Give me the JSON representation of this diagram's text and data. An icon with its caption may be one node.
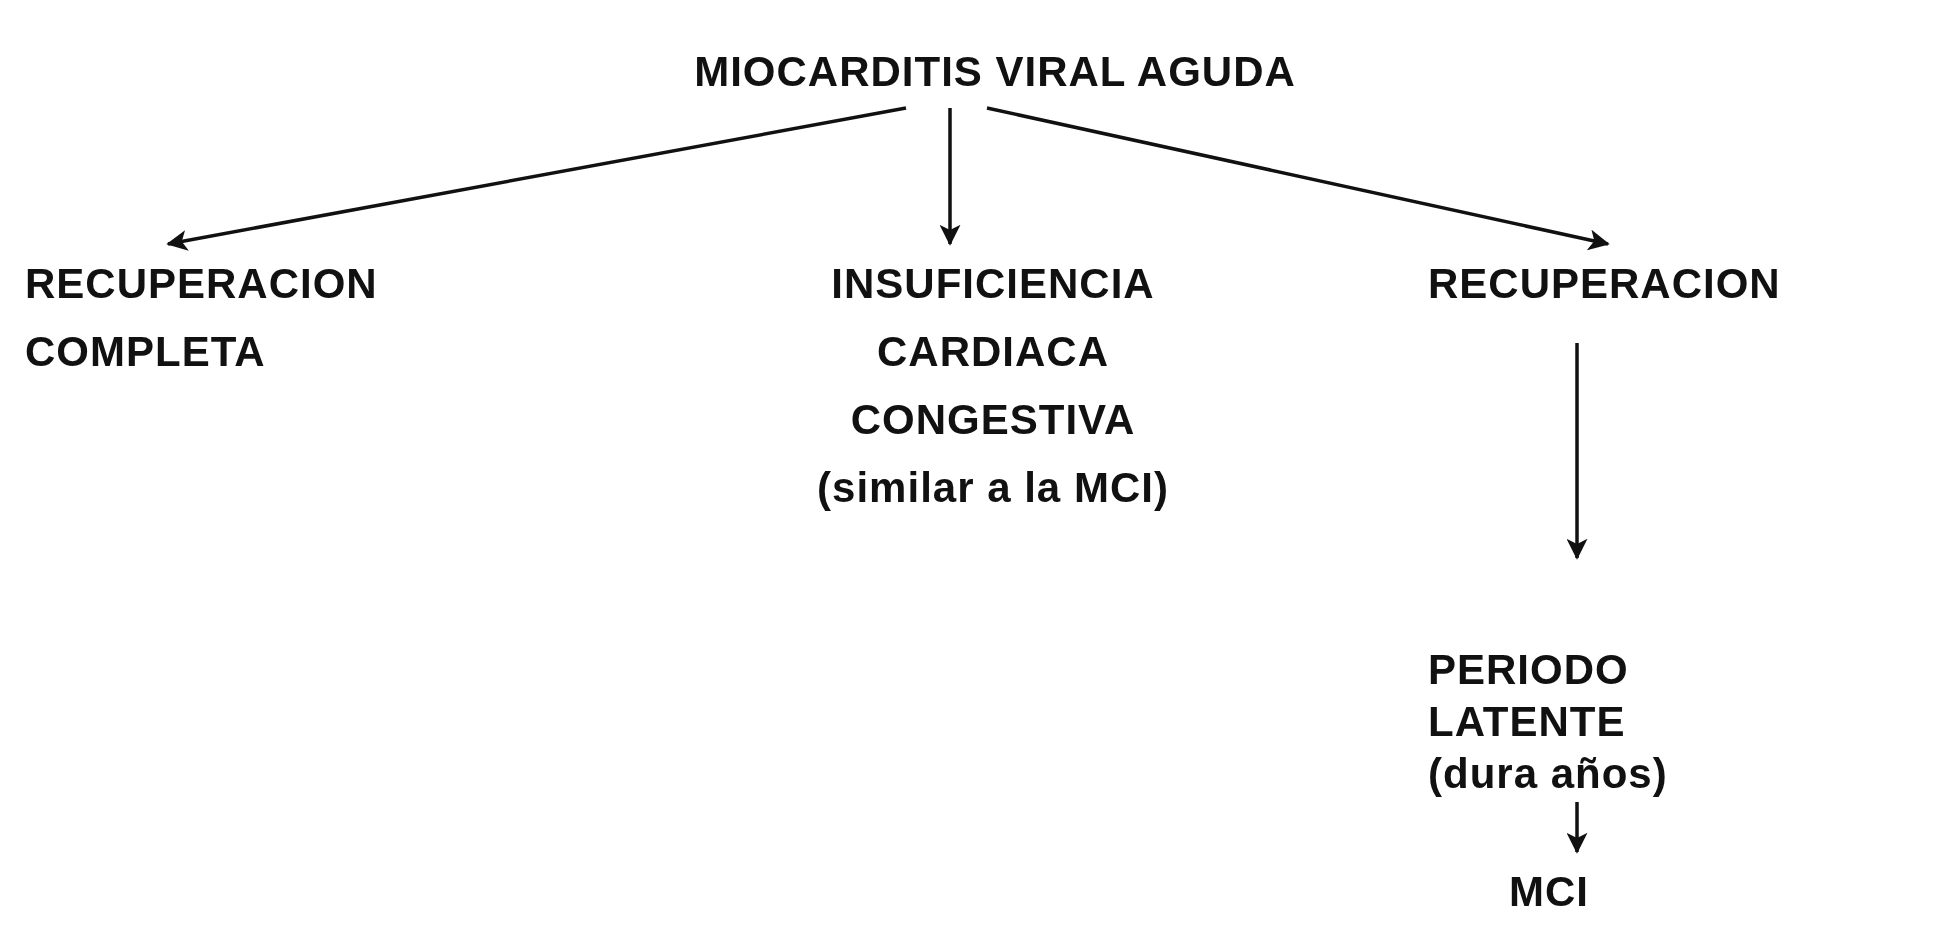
{
  "diagram": {
    "nodes": [
      {
        "text": [
          "MIOCARDITIS VIRAL AGUDA"
        ]
      },
      {
        "text": [
          "RECUPERACION COMPLETA"
        ]
      },
      {
        "text": [
          "INSUFICIENCIA CARDIACA CONGESTIVA",
          "(similar a la MCI)"
        ]
      },
      {
        "text": [
          "RECUPERACION"
        ]
      },
      {
        "text": [
          "PERIODO LATENTE",
          "(dura años)"
        ]
      },
      {
        "text": [
          "MCI"
        ]
      }
    ],
    "edges": [
      {
        "from": 0,
        "to": 1,
        "arrow": "to"
      },
      {
        "from": 0,
        "to": 2,
        "arrow": "to"
      },
      {
        "from": 0,
        "to": 3,
        "arrow": "to"
      },
      {
        "from": 3,
        "to": 4,
        "arrow": "to"
      },
      {
        "from": 4,
        "to": 5,
        "arrow": "to"
      }
    ]
  }
}
